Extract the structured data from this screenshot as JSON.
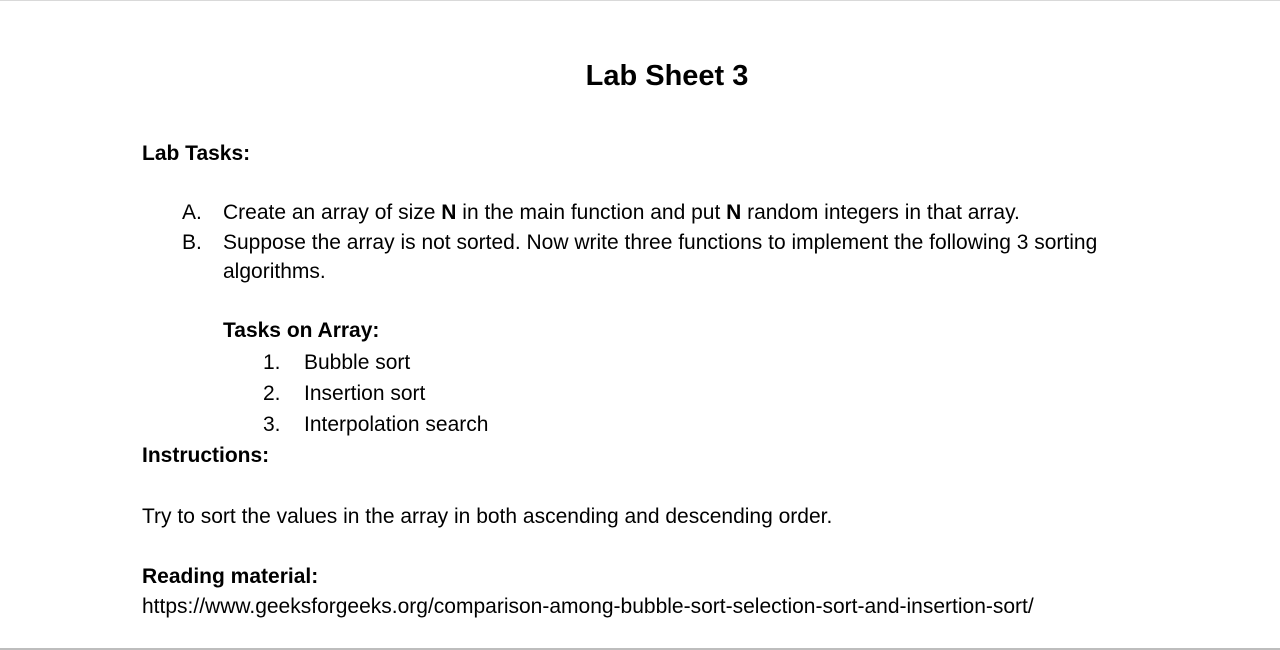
{
  "document": {
    "title": "Lab Sheet 3",
    "lab_tasks_heading": "Lab Tasks:",
    "tasks": [
      {
        "marker": "A.",
        "parts": [
          "Create an array of size ",
          "N",
          " in the main function and put ",
          "N",
          " random integers in that array."
        ]
      },
      {
        "marker": "B.",
        "text": "Suppose the array is not sorted. Now write three functions to implement the following 3 sorting algorithms."
      }
    ],
    "tasks_on_array_heading": "Tasks on Array:",
    "array_tasks": [
      {
        "marker": "1.",
        "label": "Bubble sort"
      },
      {
        "marker": "2.",
        "label": "Insertion sort"
      },
      {
        "marker": "3.",
        "label": "Interpolation search"
      }
    ],
    "instructions_heading": "Instructions:",
    "instructions_text": "Try to sort the values in the array in both ascending and descending order.",
    "reading_heading": "Reading material:",
    "reading_link": "https://www.geeksforgeeks.org/comparison-among-bubble-sort-selection-sort-and-insertion-sort/"
  }
}
